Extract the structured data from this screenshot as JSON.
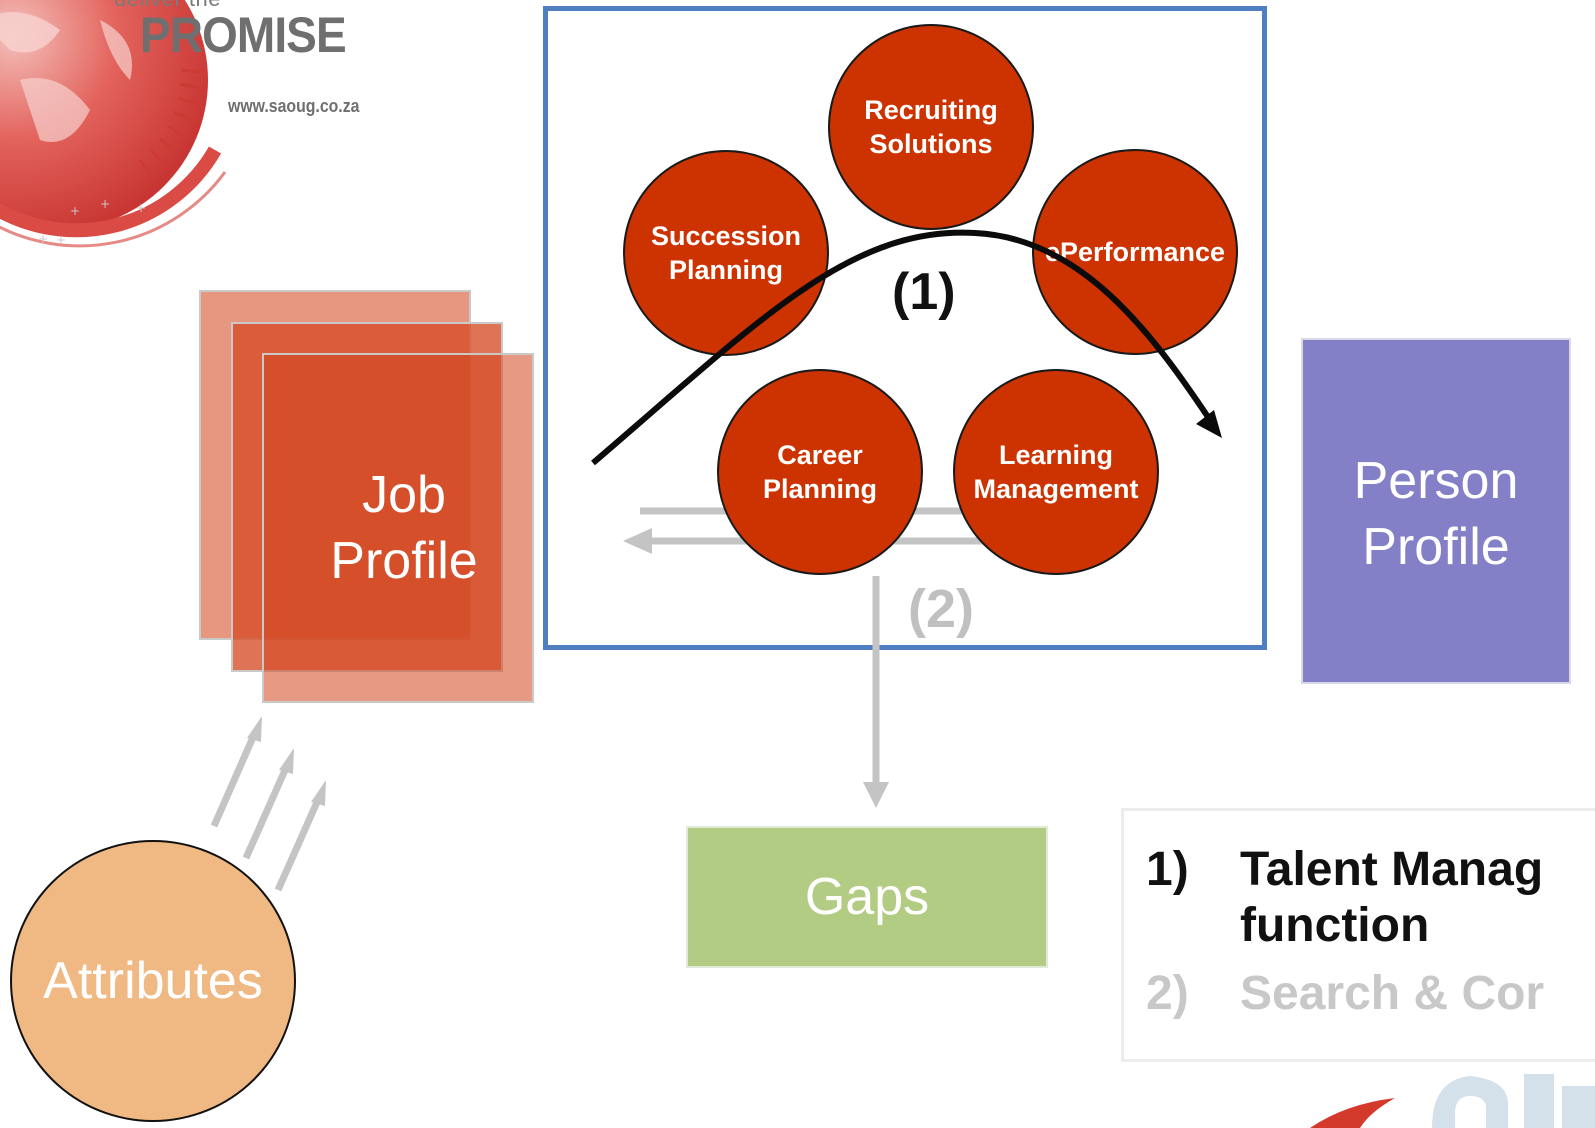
{
  "logo": {
    "tagline": "deliver the",
    "title": "PROMISE",
    "url": "www.saoug.co.za"
  },
  "job_profile": {
    "label_line1": "Job",
    "label_line2": "Profile"
  },
  "modules": {
    "recruiting": {
      "line1": "Recruiting",
      "line2": "Solutions"
    },
    "succession": {
      "line1": "Succession",
      "line2": "Planning"
    },
    "performance": {
      "line1": "ePerformance"
    },
    "career": {
      "line1": "Career",
      "line2": "Planning"
    },
    "learning": {
      "line1": "Learning",
      "line2": "Management"
    }
  },
  "flow_labels": {
    "one": "(1)",
    "two": "(2)"
  },
  "person_profile": {
    "label_line1": "Person",
    "label_line2": "Profile"
  },
  "gaps": {
    "label": "Gaps"
  },
  "attributes": {
    "label": "Attributes"
  },
  "legend": {
    "item1_number": "1)",
    "item1_text_line1": "Talent Manag",
    "item1_text_line2": "function",
    "item2_number": "2)",
    "item2_text": "Search & Cor"
  },
  "colors": {
    "module_fill": "#cc3300",
    "tm_box_border": "#4f7fc0",
    "person_fill": "#8480c8",
    "gaps_fill": "#b3cc83",
    "attributes_fill": "#f0b882",
    "grey_arrow": "#c4c4c4"
  }
}
